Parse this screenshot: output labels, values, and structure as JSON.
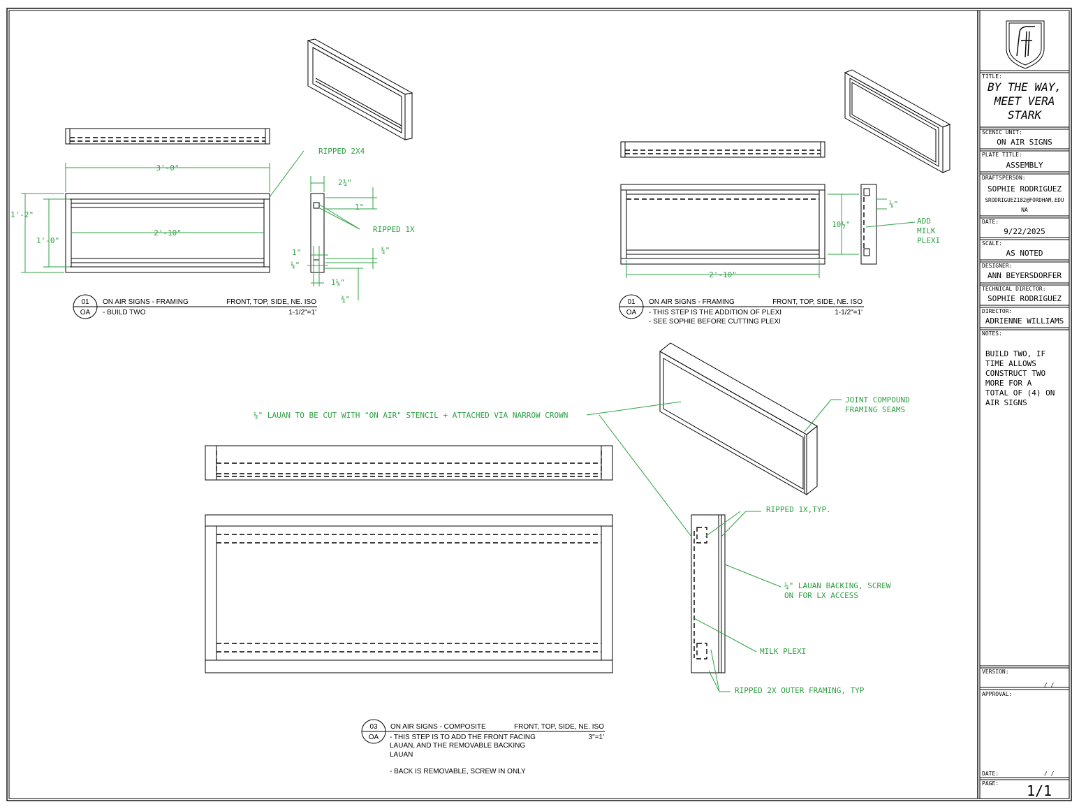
{
  "title_block": {
    "title_label": "TITLE:",
    "title_lines": [
      "BY THE WAY,",
      "MEET VERA",
      "STARK"
    ],
    "scenic_unit_label": "SCENIC UNIT:",
    "scenic_unit": "ON AIR SIGNS",
    "plate_title_label": "PLATE TITLE:",
    "plate_title": "ASSEMBLY",
    "draftsperson_label": "DRAFTSPERSON:",
    "draftsperson": "SOPHIE RODRIGUEZ",
    "draftsperson_email": "SRODRIGUEZ182@FORDHAM.EDU",
    "draftsperson_phone": "NA",
    "date_label": "DATE:",
    "date": "9/22/2025",
    "scale_label": "SCALE:",
    "scale": "AS NOTED",
    "designer_label": "DESIGNER:",
    "designer": "ANN BEYERSDORFER",
    "td_label": "TECHNICAL DIRECTOR:",
    "td": "SOPHIE RODRIGUEZ",
    "director_label": "DIRECTOR:",
    "director": "ADRIENNE WILLIAMS",
    "notes_label": "NOTES:",
    "notes_lines": [
      "BUILD TWO, IF",
      "TIME ALLOWS",
      "CONSTRUCT TWO",
      "MORE FOR A",
      "TOTAL OF (4) ON",
      "AIR SIGNS"
    ],
    "version_label": "VERSION:",
    "version_date": "/  /",
    "approval_label": "APPROVAL:",
    "approval_date_label": "DATE:",
    "approval_date": "/  /",
    "page_label": "PAGE:",
    "page": "1/1"
  },
  "view1": {
    "dims": {
      "width_overall": "3'-0\"",
      "width_inner": "2'-10\"",
      "height_overall": "1'-2\"",
      "height_inner": "1'-0\"",
      "side_top_width": "2¾\"",
      "side_top_depth": "1\"",
      "side_bottom_a": "1\"",
      "side_bottom_b": "¼\"",
      "side_bottom_c": "1⅛\"",
      "side_right_a": "¾\"",
      "side_right_b": "¾\""
    },
    "callouts": {
      "ripped_2x4": "RIPPED 2X4",
      "ripped_1x": "RIPPED 1X"
    },
    "key": {
      "num": "01",
      "code": "OA",
      "title": "ON AIR SIGNS - FRAMING",
      "views": "FRONT, TOP, SIDE, NE. ISO",
      "scale": "1-1/2\"=1'",
      "notes": [
        "- BUILD TWO"
      ]
    }
  },
  "view2": {
    "dims": {
      "width_inner": "2'-10\"",
      "height": "10½\"",
      "plexi": "⅛\""
    },
    "callouts": {
      "add_plexi": [
        "ADD",
        "MILK",
        "PLEXI"
      ]
    },
    "key": {
      "num": "01",
      "code": "OA",
      "title": "ON AIR SIGNS - FRAMING",
      "views": "FRONT, TOP, SIDE, NE. ISO",
      "scale": "1-1/2\"=1'",
      "notes": [
        "- THIS STEP IS THE ADDITION OF PLEXI",
        "- SEE SOPHIE BEFORE CUTTING PLEXI"
      ]
    }
  },
  "view3": {
    "callouts": {
      "lauan": "¼\" LAUAN TO BE CUT WITH \"ON AIR\" STENCIL + ATTACHED VIA NARROW CROWN",
      "joint": [
        "JOINT COMPOUND",
        "FRAMING SEAMS"
      ],
      "ripped_1x": "RIPPED 1X,TYP.",
      "backing": [
        "¼\" LAUAN BACKING, SCREW",
        "ON FOR LX ACCESS"
      ],
      "milk_plexi": "MILK PLEXI",
      "outer": "RIPPED 2X OUTER FRAMING, TYP"
    },
    "key": {
      "num": "03",
      "code": "OA",
      "title": "ON AIR SIGNS - COMPOSITE",
      "views": "FRONT, TOP, SIDE, NE. ISO",
      "scale": "3\"=1'",
      "notes": [
        "- THIS STEP IS TO ADD THE FRONT FACING",
        "LAUAN, AND THE REMOVABLE BACKING",
        "LAUAN",
        "",
        "- BACK IS REMOVABLE, SCREW  IN ONLY"
      ]
    }
  }
}
